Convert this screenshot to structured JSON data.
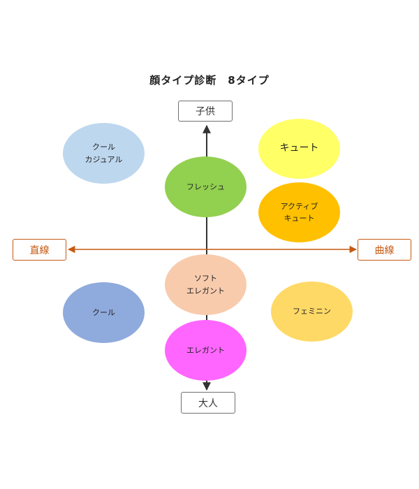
{
  "title": "顔タイプ診断　8タイプ",
  "axes": {
    "top": "子供",
    "bottom": "大人",
    "left": "直線",
    "right": "曲線"
  },
  "types": {
    "cool_casual": "クール\nカジュアル",
    "cute": "キュート",
    "fresh": "フレッシュ",
    "active_cute": "アクティブ\nキュート",
    "soft_elegant": "ソフト\nエレガント",
    "cool": "クール",
    "feminine": "フェミニン",
    "elegant": "エレガント"
  },
  "colors": {
    "cool_casual": "#bdd7ee",
    "cute": "#ffff66",
    "fresh": "#92d050",
    "active_cute": "#ffc000",
    "soft_elegant": "#f8cbad",
    "cool": "#8faadc",
    "feminine": "#ffd966",
    "elegant": "#ff66ff",
    "horizontal_axis": "#c55a11",
    "vertical_axis": "#333333"
  }
}
